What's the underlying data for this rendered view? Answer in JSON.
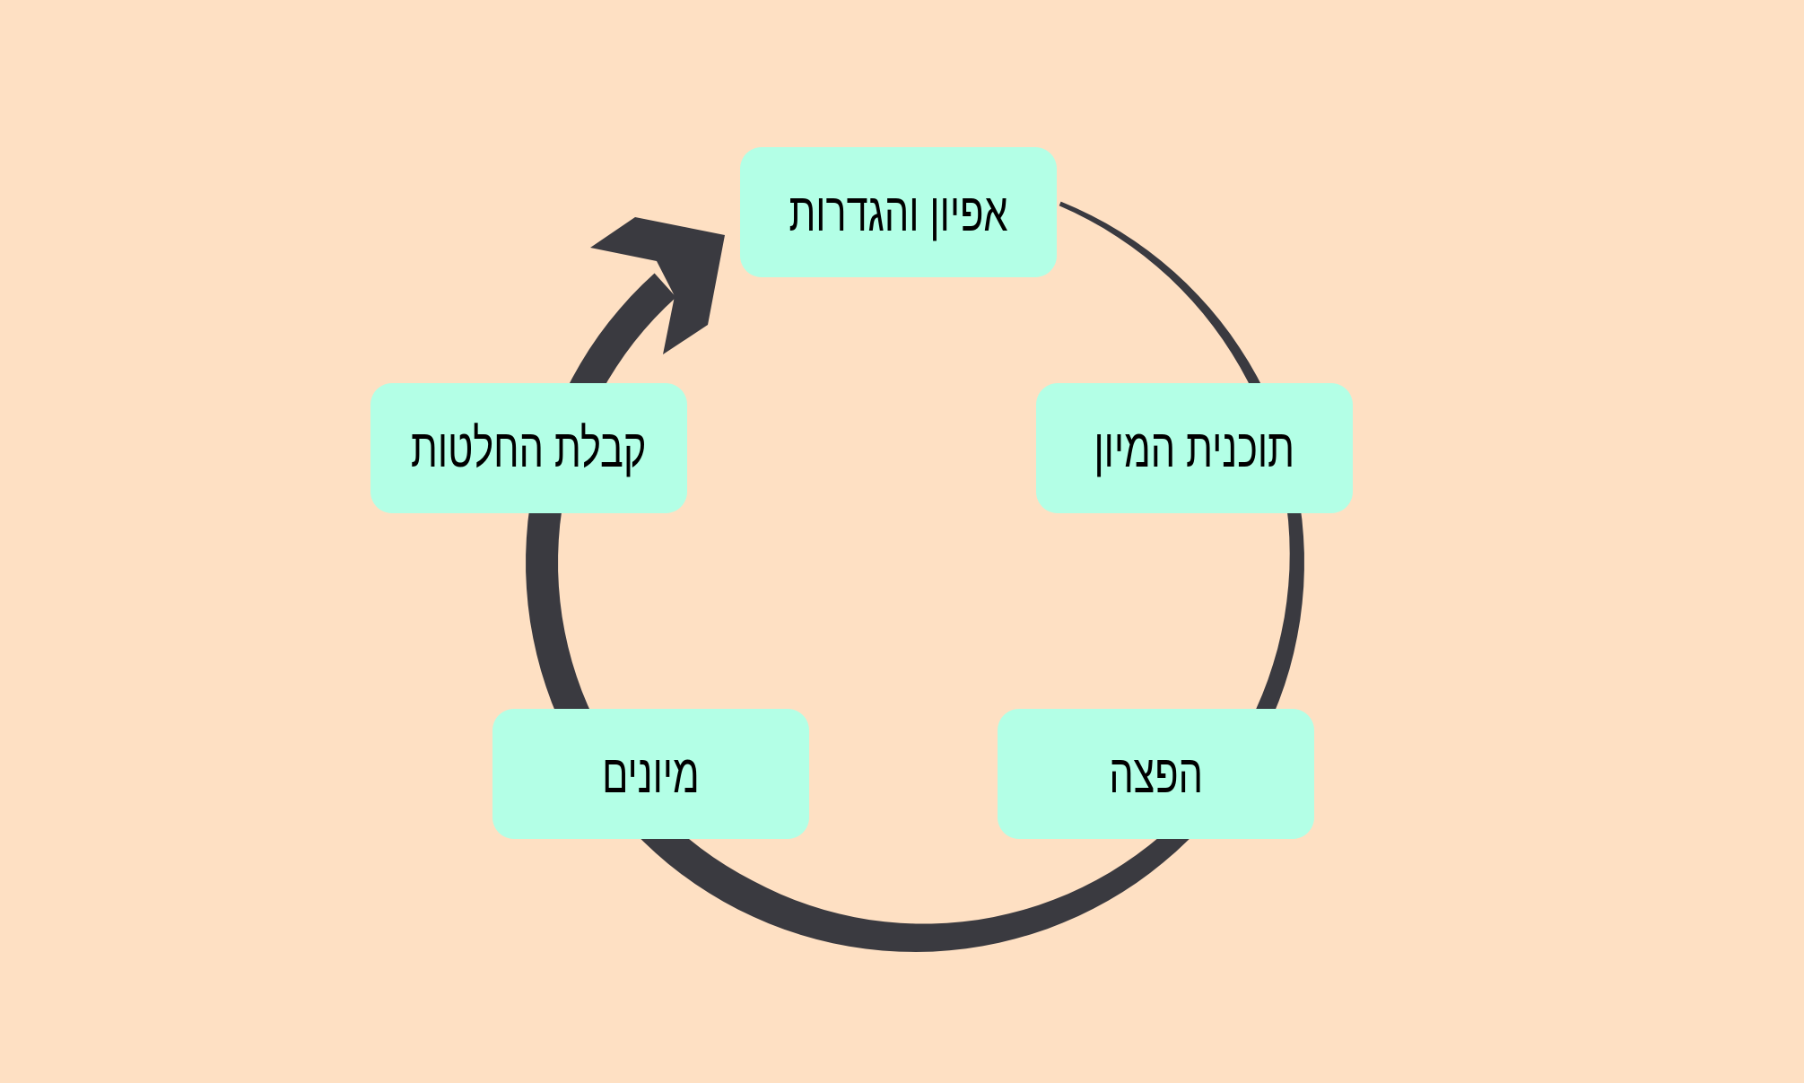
{
  "colors": {
    "background": "#fee0c3",
    "box": "#b3ffe6",
    "arrow": "#3a3a40"
  },
  "steps": [
    {
      "label": "אפיון והגדרות"
    },
    {
      "label": "תוכנית המיון"
    },
    {
      "label": "הפצה"
    },
    {
      "label": "מיונים"
    },
    {
      "label": "קבלת החלטות"
    }
  ]
}
